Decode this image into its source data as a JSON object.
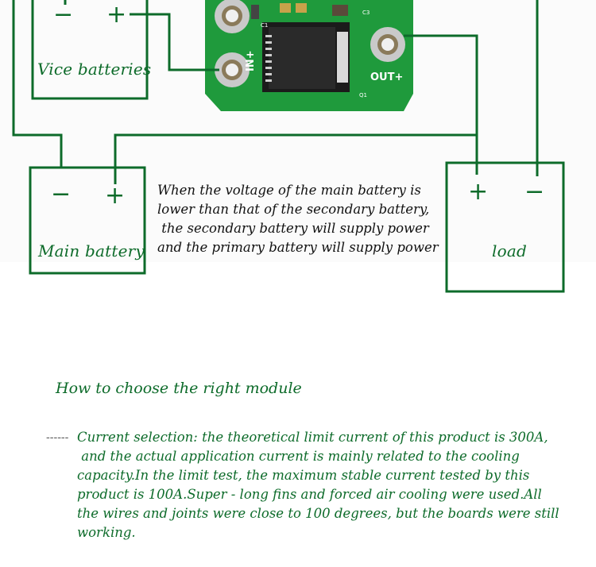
{
  "diagram": {
    "boxes": {
      "vice": {
        "label": "Vice batteries",
        "minus": "−",
        "plus": "+"
      },
      "main": {
        "label": "Main battery",
        "minus": "−",
        "plus": "+"
      },
      "load": {
        "label": "load",
        "plus": "+",
        "minus": "−"
      }
    },
    "module": {
      "in_label": "IN+",
      "out_label": "OUT+",
      "component_labels": [
        "C1",
        "C3",
        "Q1"
      ]
    },
    "note_lines": [
      "When the voltage of the main battery is",
      "lower than that of the secondary battery,",
      " the secondary battery will supply power",
      "and the primary battery will supply power"
    ]
  },
  "section": {
    "heading": "How to choose the right module",
    "dash_prefix": "------",
    "lines": [
      "Current selection: the theoretical limit current of this product is 300A,",
      " and the actual application current is mainly related to the cooling",
      "capacity.In the limit test, the maximum stable current tested by this",
      "product is 100A.Super - long fins and forced air cooling were used.All",
      "the wires and joints were close to 100 degrees, but the boards were still",
      "working."
    ]
  },
  "colors": {
    "wire_green": "#0d6b2a",
    "pcb_green": "#1f9a3c",
    "background": "#ffffff"
  }
}
